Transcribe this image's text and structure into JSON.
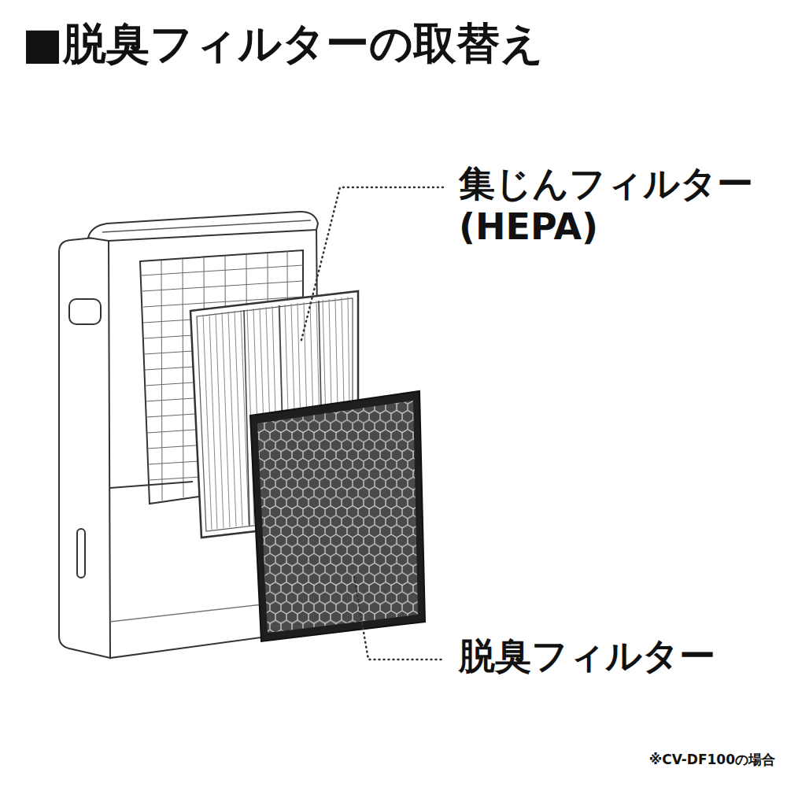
{
  "diagram": {
    "title": "■脱臭フィルターの取替え",
    "caption": "※CV-DF100の場合",
    "labels": [
      "集じんフィルター (HEPA)",
      "脱臭フィルター"
    ]
  }
}
